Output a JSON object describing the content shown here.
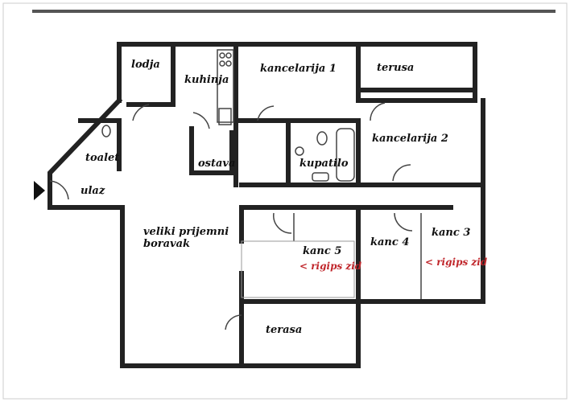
{
  "rooms": {
    "lodja": "lodja",
    "kuhinja": "kuhinja",
    "kancelarija1": "kancelarija 1",
    "terusa": "terusa",
    "toalet": "toalet",
    "ostava": "ostava",
    "kupatilo": "kupatilo",
    "kancelarija2": "kancelarija 2",
    "ulaz": "ulaz",
    "boravak_line1": "veliki prijemni",
    "boravak_line2": "boravak",
    "kanc5": "kanc 5",
    "kanc4": "kanc 4",
    "kanc3": "kanc 3",
    "terasa": "terasa"
  },
  "annotations": {
    "rigips_kanc5": "< rigips zid",
    "rigips_kanc3": "< rigips zid"
  },
  "colors": {
    "annotation": "#c0262b",
    "walls": "#222222"
  }
}
